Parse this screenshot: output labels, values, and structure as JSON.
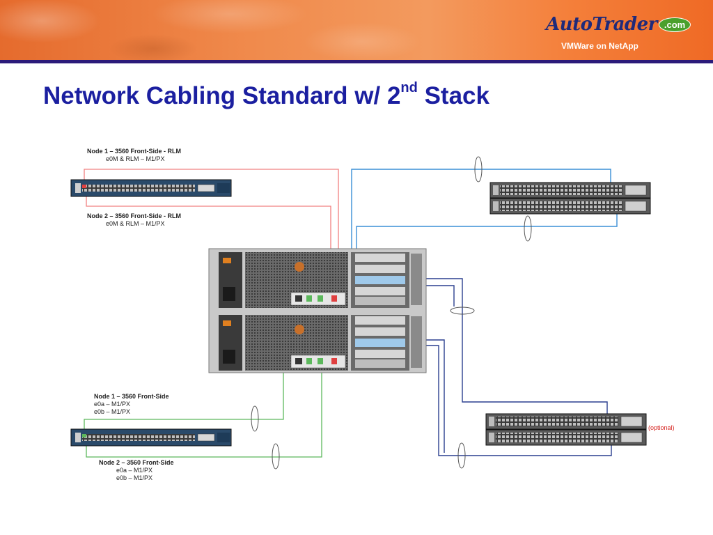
{
  "header": {
    "brand_text": "AutoTrader",
    "brand_suffix": ".com",
    "subtitle": "VMWare on NetApp"
  },
  "slide": {
    "title_main": "Network Cabling Standard w/ 2",
    "title_sup": "nd",
    "title_end": " Stack"
  },
  "labels": {
    "node1_rlm_title": "Node 1 – 3560 Front-Side - RLM",
    "node1_rlm_sub": "e0M & RLM – M1/PX",
    "node2_rlm_title": "Node 2 – 3560 Front-Side - RLM",
    "node2_rlm_sub": "e0M & RLM – M1/PX",
    "node1_fs_title": "Node 1 – 3560 Front-Side",
    "node1_fs_line1": "e0a – M1/PX",
    "node1_fs_line2": "e0b – M1/PX",
    "node2_fs_title": "Node 2 – 3560 Front-Side",
    "node2_fs_line1": "e0a – M1/PX",
    "node2_fs_line2": "e0b – M1/PX",
    "optional": "(optional)"
  },
  "colors": {
    "title": "#1b1fa0",
    "cable_rlm": "#f08080",
    "cable_frontside": "#5cb85c",
    "cable_light_blue": "#3a8fd6",
    "cable_dark_blue": "#2a3f8f",
    "optional_label": "#d6231f"
  }
}
